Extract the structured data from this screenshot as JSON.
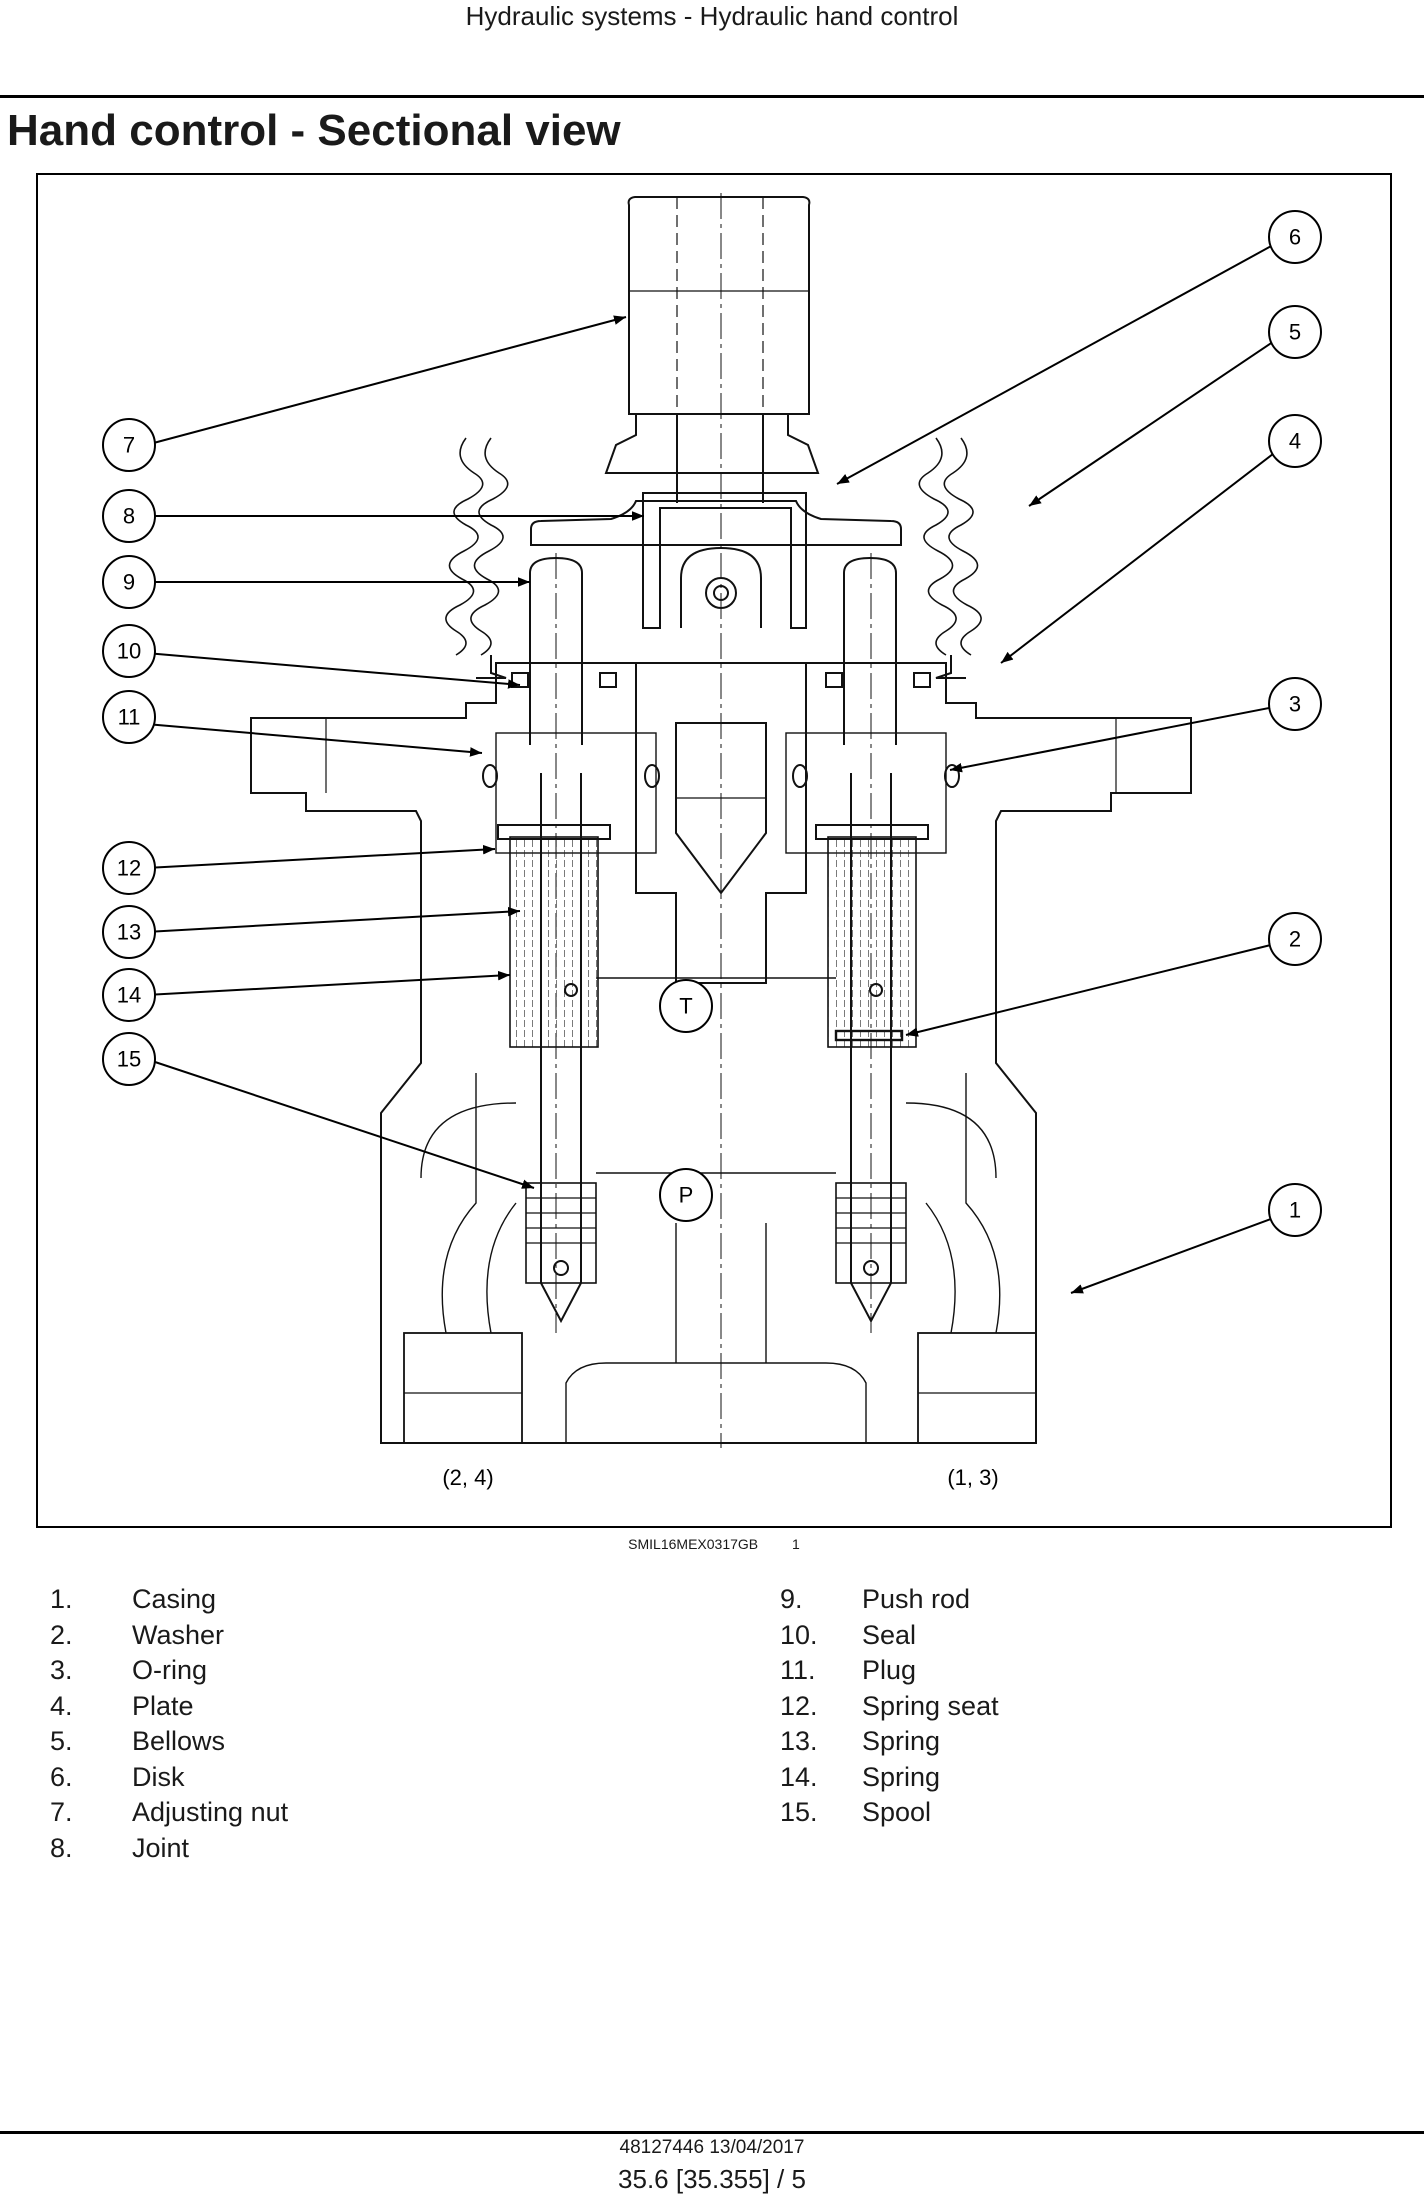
{
  "header": {
    "running_title": "Hydraulic systems - Hydraulic hand control"
  },
  "section": {
    "title": "Hand control - Sectional view"
  },
  "figure": {
    "callouts": [
      "1",
      "2",
      "3",
      "4",
      "5",
      "6",
      "7",
      "8",
      "9",
      "10",
      "11",
      "12",
      "13",
      "14",
      "15"
    ],
    "port_labels": {
      "t": "T",
      "p": "P",
      "left": "(2, 4)",
      "right": "(1, 3)"
    },
    "code": "SMIL16MEX0317GB",
    "number": "1"
  },
  "legend": {
    "left": [
      {
        "num": "1.",
        "label": "Casing"
      },
      {
        "num": "2.",
        "label": "Washer"
      },
      {
        "num": "3.",
        "label": "O-ring"
      },
      {
        "num": "4.",
        "label": "Plate"
      },
      {
        "num": "5.",
        "label": "Bellows"
      },
      {
        "num": "6.",
        "label": "Disk"
      },
      {
        "num": "7.",
        "label": "Adjusting nut"
      },
      {
        "num": "8.",
        "label": "Joint"
      }
    ],
    "right": [
      {
        "num": "9.",
        "label": "Push rod"
      },
      {
        "num": "10.",
        "label": "Seal"
      },
      {
        "num": "11.",
        "label": "Plug"
      },
      {
        "num": "12.",
        "label": "Spring seat"
      },
      {
        "num": "13.",
        "label": "Spring"
      },
      {
        "num": "14.",
        "label": "Spring"
      },
      {
        "num": "15.",
        "label": "Spool"
      }
    ]
  },
  "footer": {
    "doc_ref": "48127446 13/04/2017",
    "page_ref": "35.6 [35.355] / 5"
  }
}
